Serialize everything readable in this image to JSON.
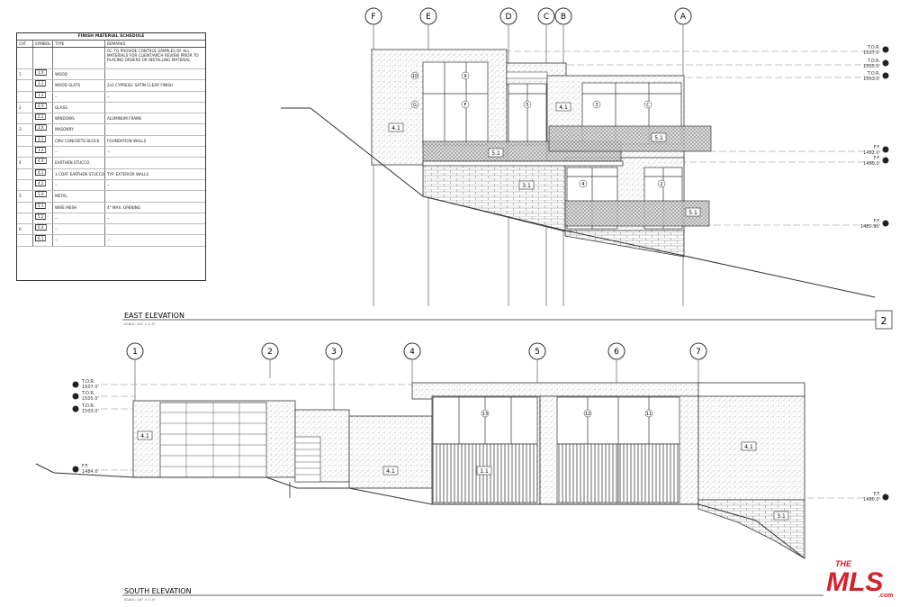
{
  "schedule": {
    "title": "FINISH MATERIAL SCHEDULE",
    "headers": [
      "CAT",
      "SYMBOL",
      "TYPE",
      "REMARKS"
    ],
    "rows": [
      {
        "cat": "",
        "symbol": "",
        "type": "",
        "remarks": "GC TO PROVIDE CONTROL SAMPLES OF ALL MATERIALS FOR CLIENT/ARCH REVIEW PRIOR TO PLACING ORDERS OR INSTALLING MATERIAL"
      },
      {
        "cat": "1",
        "symbol": "1.X",
        "type": "WOOD",
        "remarks": ""
      },
      {
        "cat": "",
        "symbol": "1.1",
        "type": "WOOD SLATS",
        "remarks": "2x2 CYPRESS- SATIN CLEAR FINISH"
      },
      {
        "cat": "",
        "symbol": "1.2",
        "type": "--",
        "remarks": "--"
      },
      {
        "cat": "2",
        "symbol": "2.X",
        "type": "GLASS",
        "remarks": ""
      },
      {
        "cat": "",
        "symbol": "2.1",
        "type": "WINDOWS",
        "remarks": "ALUMINUM FRAME"
      },
      {
        "cat": "3",
        "symbol": "3.X",
        "type": "MASONRY",
        "remarks": ""
      },
      {
        "cat": "",
        "symbol": "3.1",
        "type": "CMU CONCRETE BLOCK",
        "remarks": "FOUNDATION WALLS"
      },
      {
        "cat": "",
        "symbol": "3.2",
        "type": "--",
        "remarks": "--"
      },
      {
        "cat": "4",
        "symbol": "4.X",
        "type": "EARTHEN STUCCO",
        "remarks": ""
      },
      {
        "cat": "",
        "symbol": "4.1",
        "type": "3 COAT EARTHEN STUCCO",
        "remarks": "TYP. EXTERIOR WALLS"
      },
      {
        "cat": "",
        "symbol": "4.2",
        "type": "--",
        "remarks": "--"
      },
      {
        "cat": "5",
        "symbol": "5.X",
        "type": "METAL",
        "remarks": ""
      },
      {
        "cat": "",
        "symbol": "5.1",
        "type": "WIRE MESH",
        "remarks": "4\" MAX. OPENING"
      },
      {
        "cat": "",
        "symbol": "5.2",
        "type": "--",
        "remarks": "--"
      },
      {
        "cat": "6",
        "symbol": "6.X",
        "type": "--",
        "remarks": ""
      },
      {
        "cat": "",
        "symbol": "6.1",
        "type": "--",
        "remarks": "--"
      }
    ]
  },
  "east": {
    "title": "EAST ELEVATION",
    "scale": "SCALE: 1/4\" = 1'-0\"",
    "sheet_ref": "2",
    "gridlines": [
      "F",
      "E",
      "D",
      "C",
      "B",
      "A"
    ],
    "datums": [
      {
        "label": "T.O.R.",
        "value": "1507.0'"
      },
      {
        "label": "T.O.R.",
        "value": "1505.0'"
      },
      {
        "label": "T.O.R.",
        "value": "1503.0'"
      },
      {
        "label": "F.F.",
        "value": "1492.0'"
      },
      {
        "label": "F.F.",
        "value": "1490.0'"
      },
      {
        "label": "F.F.",
        "value": "1480.90'"
      }
    ],
    "tags": [
      "4.1",
      "4.1",
      "5.1",
      "5.1",
      "5.1",
      "3.1"
    ],
    "window_tags": [
      "10",
      "9",
      "G",
      "F",
      "5",
      "3",
      "C",
      "4",
      "2"
    ]
  },
  "south": {
    "title": "SOUTH ELEVATION",
    "scale": "SCALE: 1/4\" = 1'-0\"",
    "gridlines": [
      "1",
      "2",
      "3",
      "4",
      "5",
      "6",
      "7"
    ],
    "datums_left": [
      {
        "label": "T.O.R.",
        "value": "1507.0'"
      },
      {
        "label": "T.O.R.",
        "value": "1505.0'"
      },
      {
        "label": "T.O.R.",
        "value": "1503.0'"
      },
      {
        "label": "F.F.",
        "value": "1484.0'"
      }
    ],
    "datum_right": {
      "label": "F.F.",
      "value": "1490.0'"
    },
    "tags": [
      "4.1",
      "4.1",
      "4.1",
      "1.1",
      "3.1"
    ],
    "window_tags": [
      "13",
      "12",
      "11"
    ]
  },
  "watermark": {
    "the": "THE",
    "brand": "MLS",
    "com": ".com",
    "color": "#d6202a"
  }
}
